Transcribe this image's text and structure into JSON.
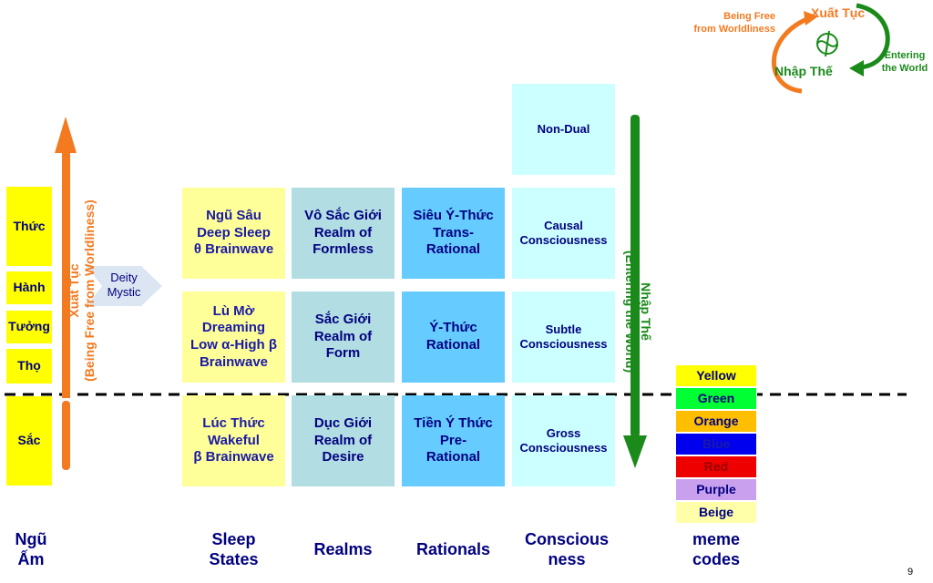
{
  "ngu_am": {
    "items": [
      "Thức",
      "Hành",
      "Tưởng",
      "Thọ",
      "Sắc"
    ],
    "header": "Ngũ\nẤm"
  },
  "left_arrow": {
    "label": "Xuất Tục\n(Being Free from Worldliness)",
    "color": "#f47a20"
  },
  "deity": {
    "label": "Deity\nMystic"
  },
  "sleep_states": {
    "header": "Sleep\nStates",
    "cells": [
      "Ngũ Sâu\nDeep Sleep\nθ Brainwave",
      "Lù Mờ\nDreaming\nLow α-High β\nBrainwave",
      "Lúc Thức\nWakeful\nβ Brainwave"
    ]
  },
  "realms": {
    "header": "Realms",
    "cells": [
      "Vô Sắc Giới\nRealm of\nFormless",
      "Sắc Giới\nRealm of\nForm",
      "Dục Giới\nRealm of\nDesire"
    ]
  },
  "rationals": {
    "header": "Rationals",
    "cells": [
      "Siêu Ý-Thức\nTrans-\nRational",
      "Ý-Thức\nRational",
      "Tiền Ý Thức\nPre-\nRational"
    ]
  },
  "consciousness": {
    "header": "Conscious\nness",
    "cells": [
      "Non-Dual",
      "Causal\nConsciousness",
      "Subtle\nConsciousness",
      "Gross\nConsciousness"
    ]
  },
  "right_arrow": {
    "label": "Nhập Thế\n(Entering the World)",
    "color": "#1a8a1a"
  },
  "meme_codes": {
    "header": "meme\ncodes",
    "items": [
      {
        "label": "Yellow",
        "color": "#ffff00",
        "text_color": "#000080"
      },
      {
        "label": "Green",
        "color": "#00ff33",
        "text_color": "#000080"
      },
      {
        "label": "Orange",
        "color": "#ffbf00",
        "text_color": "#000080"
      },
      {
        "label": "Blue",
        "color": "#0000ee",
        "text_color": "#1a1aa6"
      },
      {
        "label": "Red",
        "color": "#ee0000",
        "text_color": "#990000"
      },
      {
        "label": "Purple",
        "color": "#c9a0ee",
        "text_color": "#000080"
      },
      {
        "label": "Beige",
        "color": "#ffffaa",
        "text_color": "#000080"
      }
    ]
  },
  "cycle": {
    "top_label": "Xuất Tục",
    "bottom_label": "Nhập Thế",
    "left_label": "Being Free\nfrom Worldliness",
    "right_label": "Entering\nthe World"
  },
  "page_number": "9"
}
